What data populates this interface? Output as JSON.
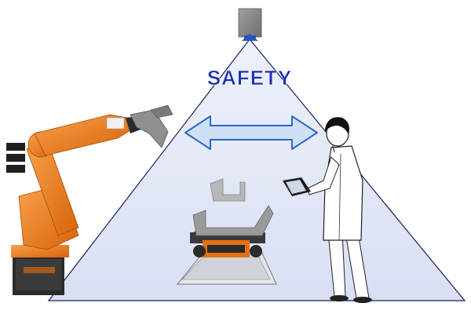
{
  "scene": {
    "title": "SAFETY"
  },
  "colors": {
    "title": "#1a2fb8",
    "zone_fill": "#dfe4f5",
    "zone_edge": "#1a1f5c",
    "arrow_fill": "#cfe0f6",
    "arrow_edge": "#2a66c8",
    "robot_orange": "#ee7a14",
    "robot_dark": "#2b2b2b",
    "sensor_gray": "#8c8c8c",
    "sensor_blue": "#2a54b8",
    "part_gray": "#9a9a9a"
  },
  "icons": {
    "sensor": "overhead-safety-sensor",
    "robot": "industrial-robot-arm",
    "operator": "human-operator-with-tablet",
    "workpiece": "workpiece-fixture",
    "arrow": "double-headed-arrow"
  }
}
